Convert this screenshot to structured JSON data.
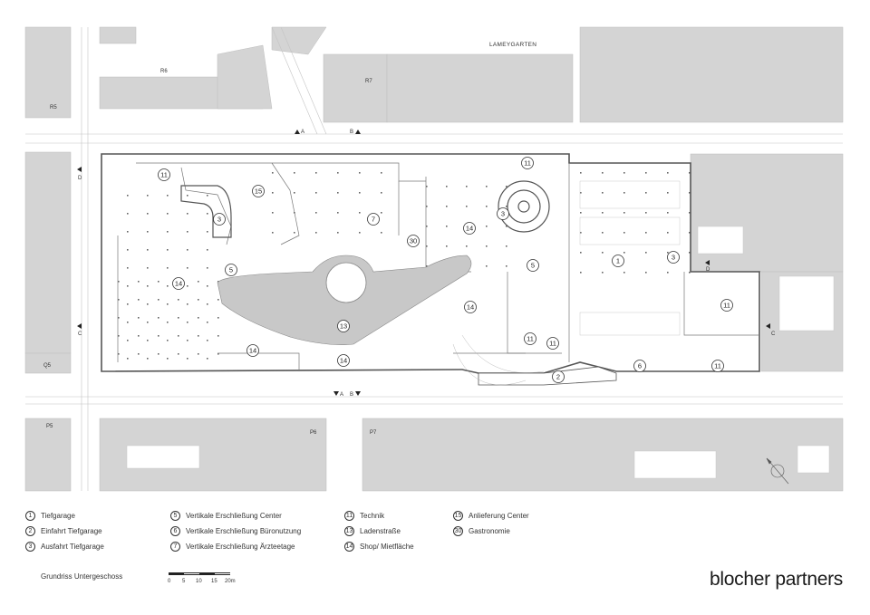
{
  "streets": {
    "lameygarten": "LAMEYGARTEN",
    "r5": "R5",
    "r6": "R6",
    "r7": "R7",
    "q5": "Q5",
    "p5": "P5",
    "p6": "P6",
    "p7": "P7"
  },
  "section_marks": {
    "a": "A",
    "b": "B",
    "c": "C",
    "d": "D"
  },
  "plan_numbers": [
    "11",
    "15",
    "3",
    "7",
    "30",
    "14",
    "5",
    "13",
    "11",
    "3",
    "14",
    "5",
    "1",
    "3",
    "11",
    "11",
    "14",
    "14",
    "14",
    "11",
    "2",
    "6",
    "11"
  ],
  "legend": [
    {
      "num": "1",
      "label": "Tiefgarage"
    },
    {
      "num": "2",
      "label": "Einfahrt Tiefgarage"
    },
    {
      "num": "3",
      "label": "Ausfahrt Tiefgarage"
    },
    {
      "num": "5",
      "label": "Vertikale Erschließung Center"
    },
    {
      "num": "6",
      "label": "Vertikale Erschließung Büronutzung"
    },
    {
      "num": "7",
      "label": "Vertikale Erschließung Ärzteetage"
    },
    {
      "num": "11",
      "label": "Technik"
    },
    {
      "num": "13",
      "label": "Ladenstraße"
    },
    {
      "num": "14",
      "label": "Shop/ Mietfläche"
    },
    {
      "num": "15",
      "label": "Anlieferung Center"
    },
    {
      "num": "30",
      "label": "Gastronomie"
    }
  ],
  "caption": "Grundriss Untergeschoss",
  "scale": {
    "ticks": [
      "0",
      "5",
      "10",
      "15",
      "20m"
    ]
  },
  "brand": "blocher partners",
  "colors": {
    "block": "#d4d4d4",
    "building_line": "#555555",
    "street_fill": "#b8b8b8",
    "background": "#ffffff"
  }
}
